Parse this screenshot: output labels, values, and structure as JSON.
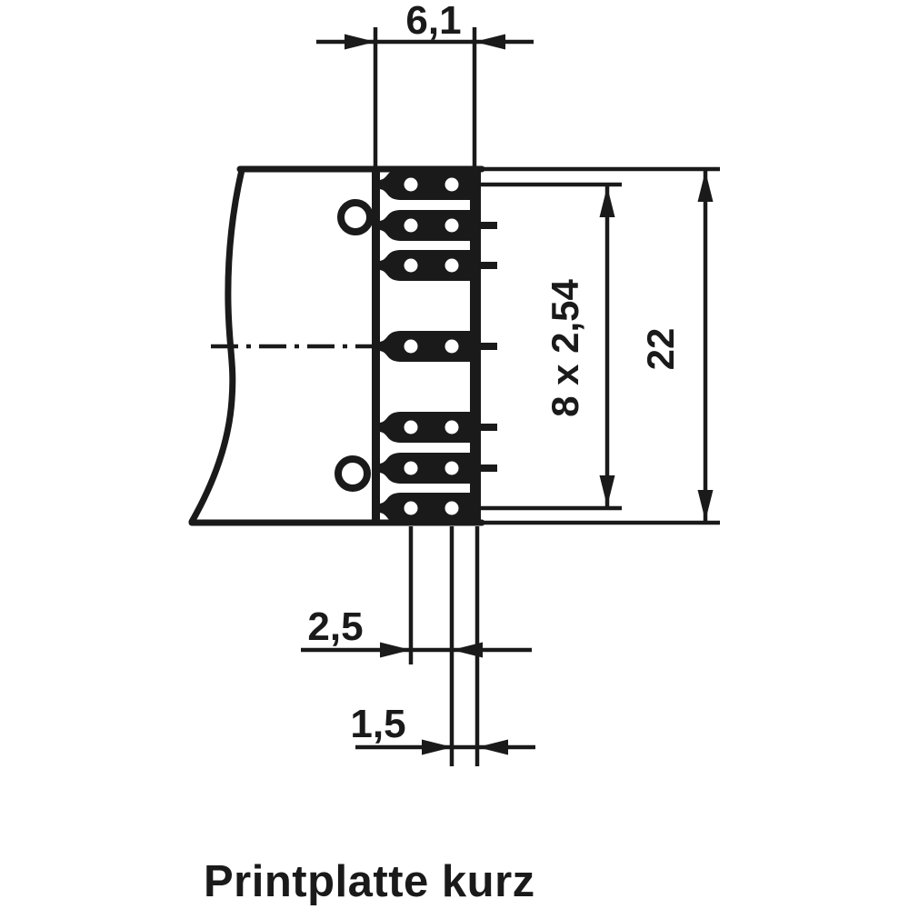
{
  "meta": {
    "background_color": "#ffffff",
    "ink_color": "#1a1a1a",
    "drawing_kind": "technical dimension drawing of a short printed circuit board edge connector"
  },
  "title": "Printplatte kurz",
  "dimensions": {
    "tab_region_width": "6,1",
    "pin_pitch": "8 x 2,54",
    "board_height": "22",
    "hole_spacing": "2,5",
    "edge_distance": "1,5"
  }
}
